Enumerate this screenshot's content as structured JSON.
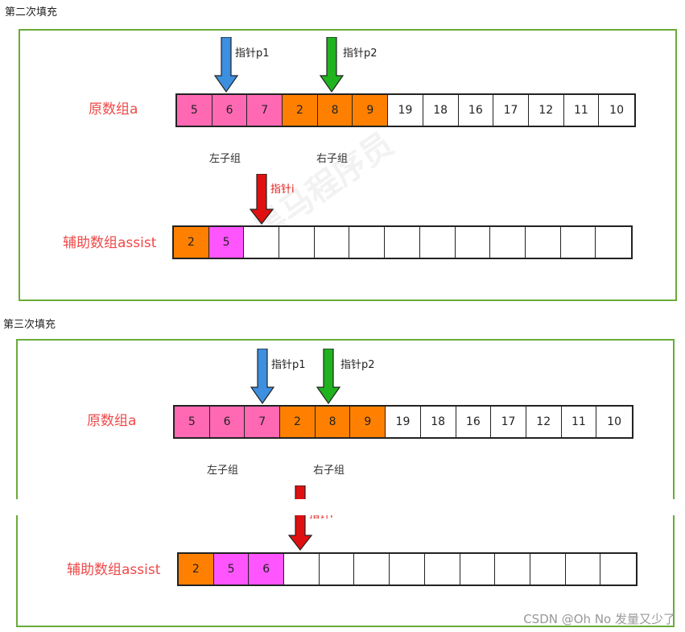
{
  "sections": [
    {
      "title": "第二次填充",
      "original_label": "原数组a",
      "assist_label": "辅助数组assist",
      "left_group": "左子组",
      "right_group": "右子组",
      "p1_label": "指针p1",
      "p2_label": "指针p2",
      "i_label": "指针i",
      "original": [
        {
          "v": "5",
          "c": "pink"
        },
        {
          "v": "6",
          "c": "pink"
        },
        {
          "v": "7",
          "c": "pink"
        },
        {
          "v": "2",
          "c": "orange"
        },
        {
          "v": "8",
          "c": "orange"
        },
        {
          "v": "9",
          "c": "orange"
        },
        {
          "v": "19",
          "c": "white"
        },
        {
          "v": "18",
          "c": "white"
        },
        {
          "v": "16",
          "c": "white"
        },
        {
          "v": "17",
          "c": "white"
        },
        {
          "v": "12",
          "c": "white"
        },
        {
          "v": "11",
          "c": "white"
        },
        {
          "v": "10",
          "c": "white"
        }
      ],
      "assist": [
        {
          "v": "2",
          "c": "orange"
        },
        {
          "v": "5",
          "c": "magenta"
        },
        {
          "v": "",
          "c": "white"
        },
        {
          "v": "",
          "c": "white"
        },
        {
          "v": "",
          "c": "white"
        },
        {
          "v": "",
          "c": "white"
        },
        {
          "v": "",
          "c": "white"
        },
        {
          "v": "",
          "c": "white"
        },
        {
          "v": "",
          "c": "white"
        },
        {
          "v": "",
          "c": "white"
        },
        {
          "v": "",
          "c": "white"
        },
        {
          "v": "",
          "c": "white"
        },
        {
          "v": "",
          "c": "white"
        }
      ]
    },
    {
      "title": "第三次填充",
      "original_label": "原数组a",
      "assist_label": "辅助数组assist",
      "left_group": "左子组",
      "right_group": "右子组",
      "p1_label": "指针p1",
      "p2_label": "指针p2",
      "i_label": "指针i",
      "original": [
        {
          "v": "5",
          "c": "pink"
        },
        {
          "v": "6",
          "c": "pink"
        },
        {
          "v": "7",
          "c": "pink"
        },
        {
          "v": "2",
          "c": "orange"
        },
        {
          "v": "8",
          "c": "orange"
        },
        {
          "v": "9",
          "c": "orange"
        },
        {
          "v": "19",
          "c": "white"
        },
        {
          "v": "18",
          "c": "white"
        },
        {
          "v": "16",
          "c": "white"
        },
        {
          "v": "17",
          "c": "white"
        },
        {
          "v": "12",
          "c": "white"
        },
        {
          "v": "11",
          "c": "white"
        },
        {
          "v": "10",
          "c": "white"
        }
      ],
      "assist": [
        {
          "v": "2",
          "c": "orange"
        },
        {
          "v": "5",
          "c": "magenta"
        },
        {
          "v": "6",
          "c": "magenta"
        },
        {
          "v": "",
          "c": "white"
        },
        {
          "v": "",
          "c": "white"
        },
        {
          "v": "",
          "c": "white"
        },
        {
          "v": "",
          "c": "white"
        },
        {
          "v": "",
          "c": "white"
        },
        {
          "v": "",
          "c": "white"
        },
        {
          "v": "",
          "c": "white"
        },
        {
          "v": "",
          "c": "white"
        },
        {
          "v": "",
          "c": "white"
        },
        {
          "v": "",
          "c": "white"
        }
      ]
    }
  ],
  "colors": {
    "pink": "#ff69b4",
    "orange": "#ff8000",
    "magenta": "#ff55ff",
    "white": "#ffffff",
    "frame": "#6aab3a",
    "label_red": "#f04848",
    "arrow_blue": "#3d8fe0",
    "arrow_green": "#1fb31f",
    "arrow_red": "#e01010"
  },
  "footer": "CSDN @Oh No 发量又少了"
}
